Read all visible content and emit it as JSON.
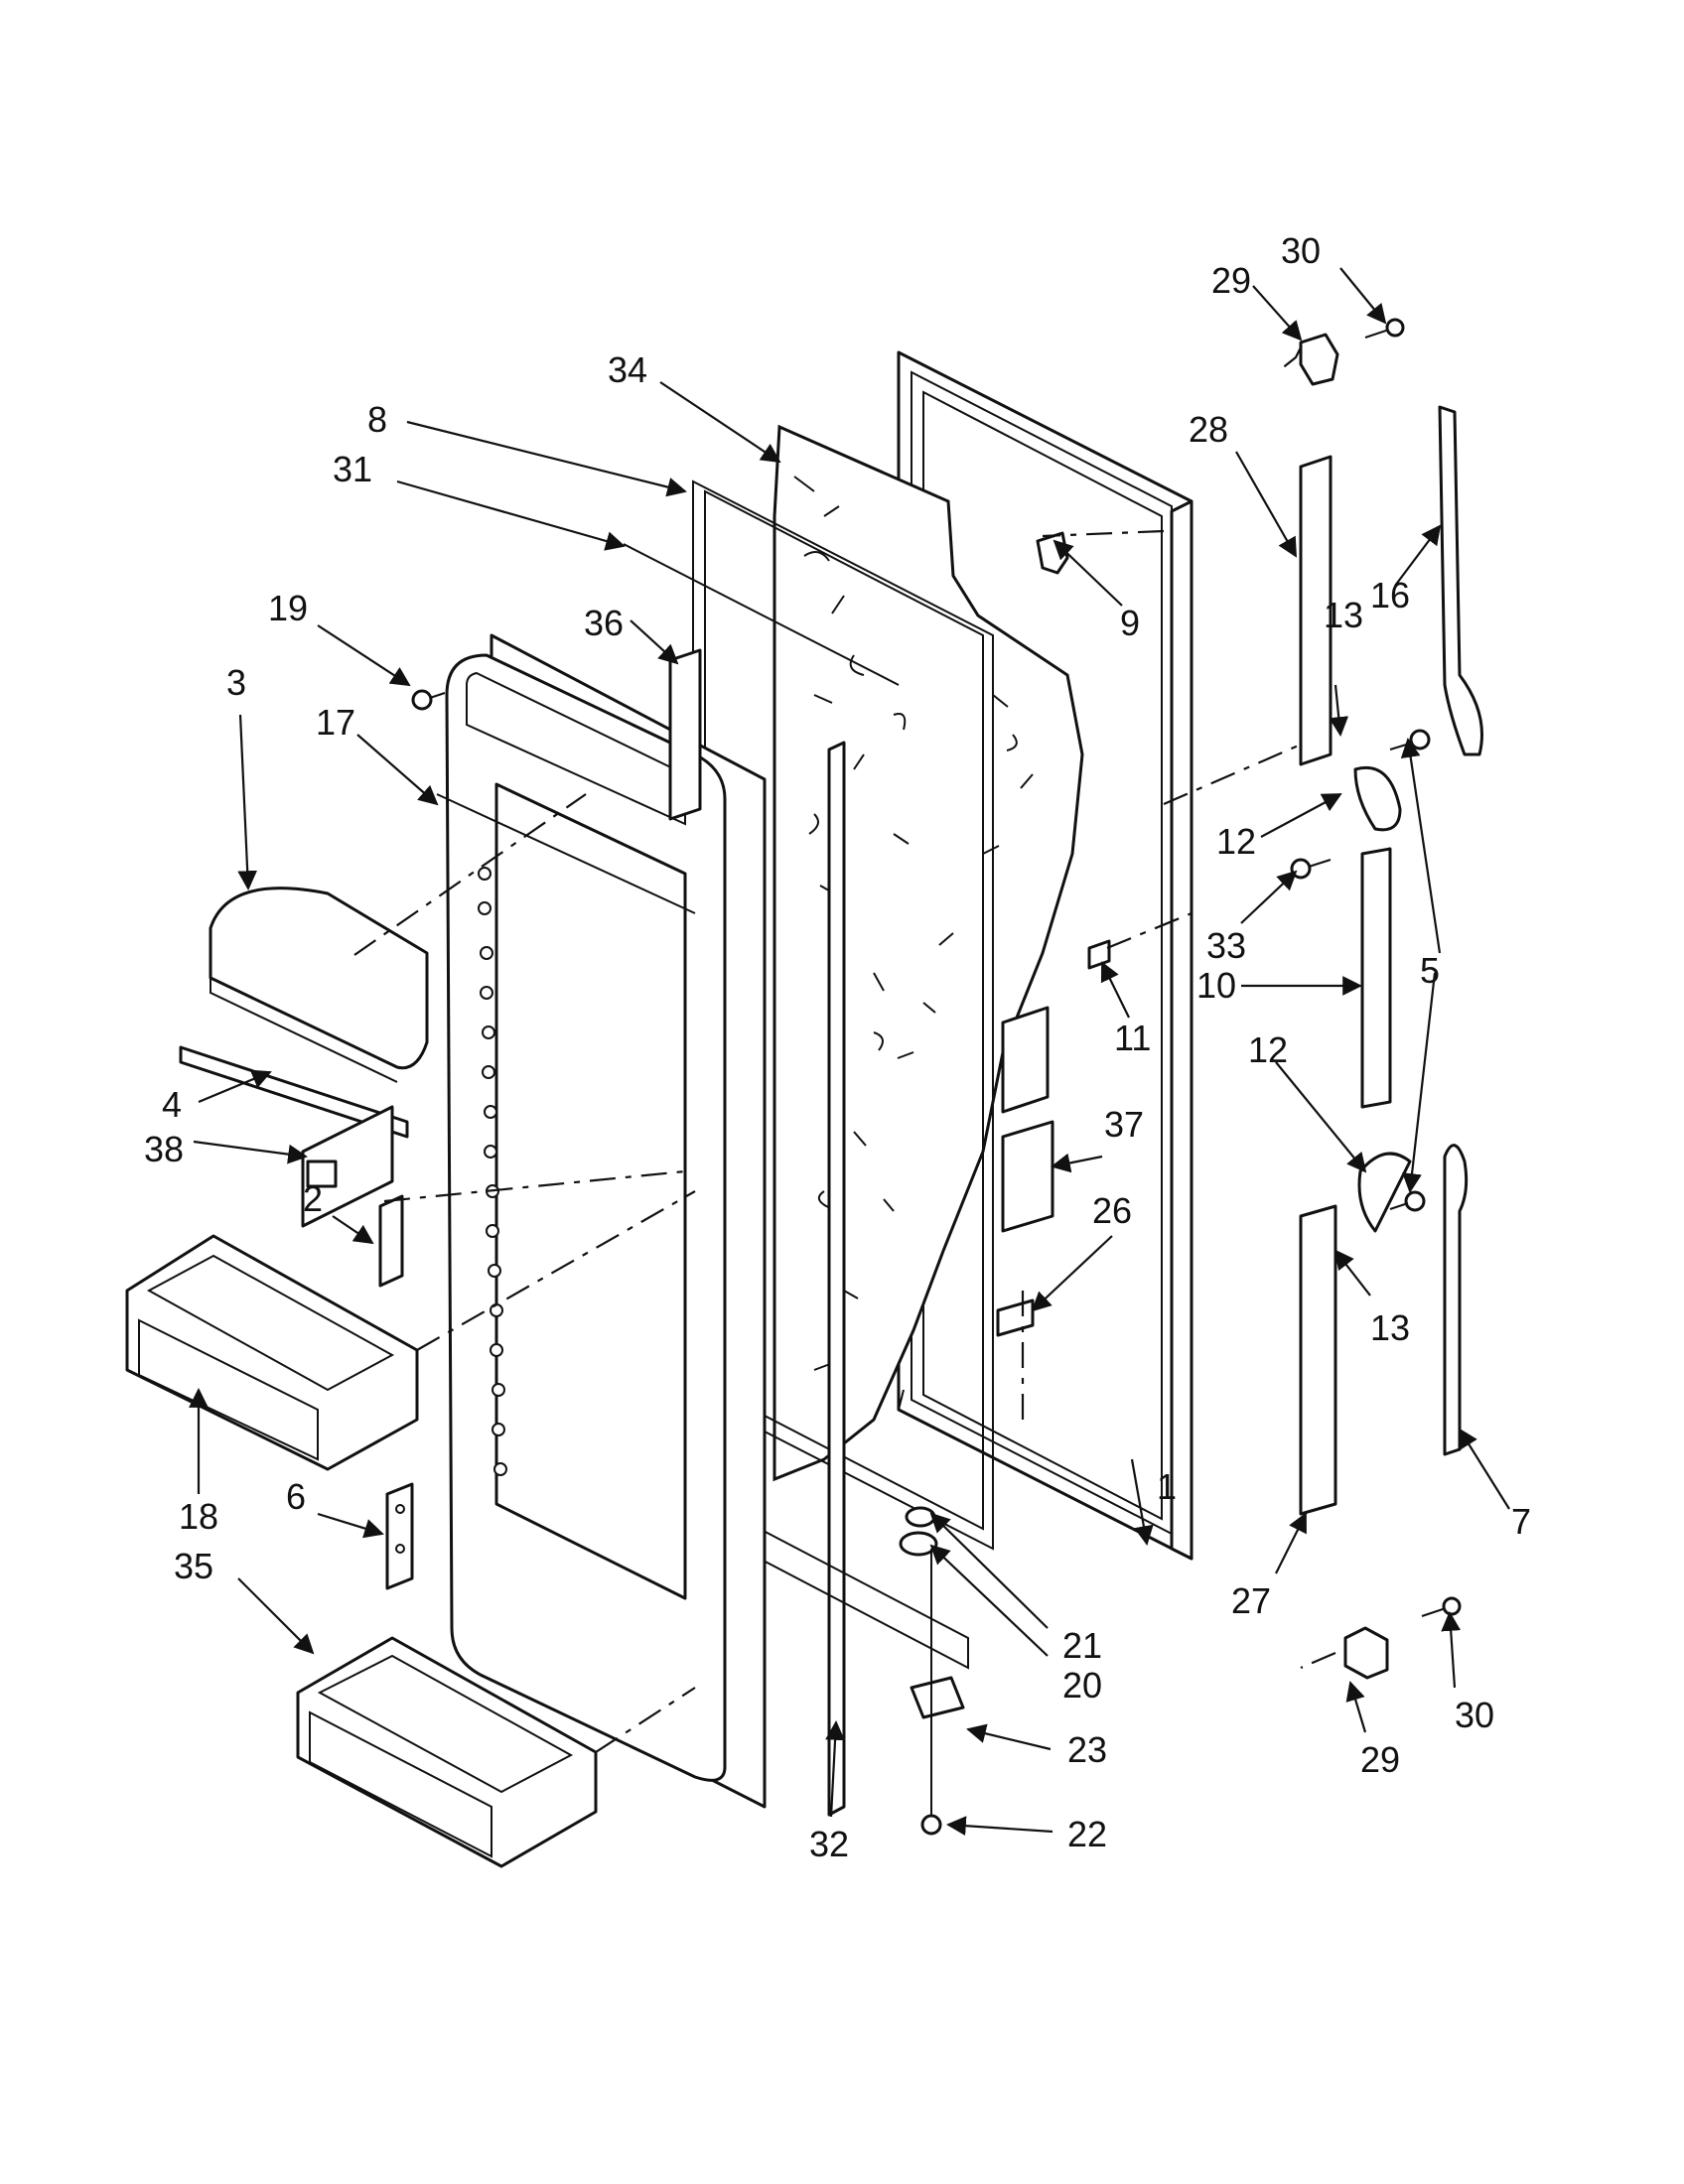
{
  "diagram": {
    "callouts": [
      "1",
      "2",
      "3",
      "4",
      "5",
      "5",
      "6",
      "7",
      "8",
      "9",
      "10",
      "11",
      "12",
      "12",
      "13",
      "13",
      "16",
      "17",
      "18",
      "19",
      "20",
      "21",
      "22",
      "23",
      "26",
      "27",
      "28",
      "29",
      "29",
      "30",
      "30",
      "31",
      "32",
      "33",
      "34",
      "35",
      "36",
      "37",
      "38"
    ],
    "colors": {
      "ink": "#111111",
      "paper": "#ffffff"
    }
  }
}
